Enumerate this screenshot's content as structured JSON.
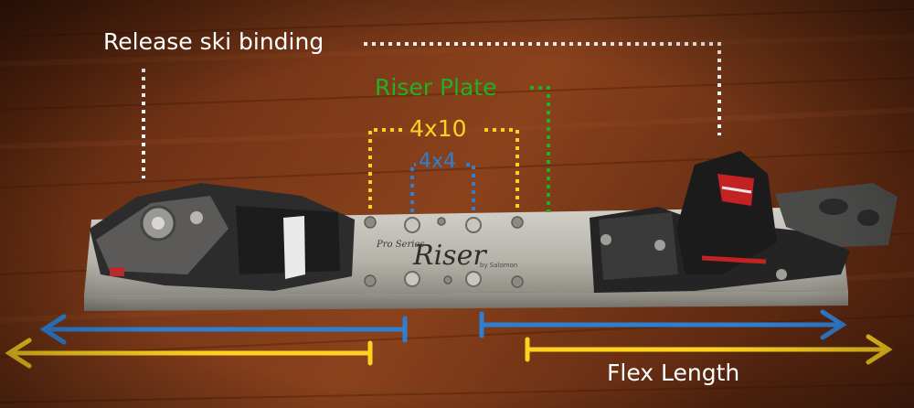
{
  "labels": {
    "release": "Release ski binding",
    "riser_plate": "Riser Plate",
    "screw_4x10": "4x10",
    "screw_4x4": "4x4",
    "flex_length": "Flex Length"
  },
  "plate": {
    "brand": "Pro Series",
    "title": "Riser",
    "subtitle": "by Salomon"
  },
  "colors": {
    "release": "#ffffff",
    "riser_plate": "#22b022",
    "screw_4x10": "#ffd21f",
    "screw_4x4": "#2f7fd0",
    "flex_length": "#ffffff",
    "wood": "#6b3015",
    "plate": "#b9b7b0",
    "binding": "#2a2a2a"
  }
}
